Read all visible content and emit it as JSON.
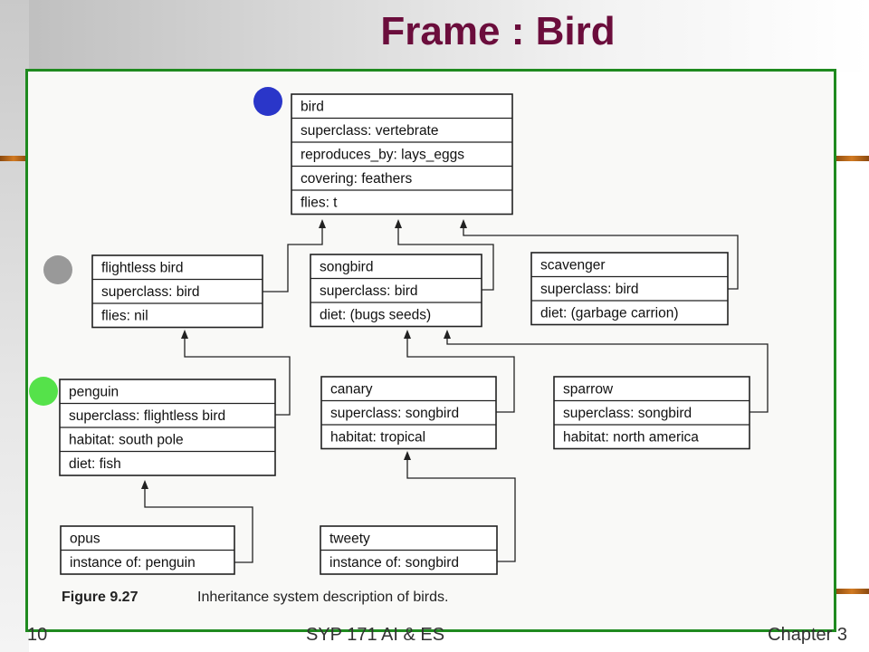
{
  "slide": {
    "title": "Frame : Bird",
    "footer_left": "10",
    "footer_mid": "SYP 171 AI & ES",
    "footer_right": "Chapter 3"
  },
  "figure": {
    "caption_label": "Figure 9.27",
    "caption_text": "Inheritance system description of birds."
  },
  "frames": [
    {
      "id": "bird",
      "rows": [
        "bird",
        "superclass: vertebrate",
        "reproduces_by: lays_eggs",
        "covering: feathers",
        "flies: t"
      ]
    },
    {
      "id": "flightless-bird",
      "rows": [
        "flightless bird",
        "superclass: bird",
        "flies: nil"
      ]
    },
    {
      "id": "songbird",
      "rows": [
        "songbird",
        "superclass: bird",
        "diet: (bugs seeds)"
      ]
    },
    {
      "id": "scavenger",
      "rows": [
        "scavenger",
        "superclass: bird",
        "diet: (garbage carrion)"
      ]
    },
    {
      "id": "penguin",
      "rows": [
        "penguin",
        "superclass: flightless bird",
        "habitat: south pole",
        "diet: fish"
      ]
    },
    {
      "id": "canary",
      "rows": [
        "canary",
        "superclass: songbird",
        "habitat: tropical"
      ]
    },
    {
      "id": "sparrow",
      "rows": [
        "sparrow",
        "superclass: songbird",
        "habitat: north america"
      ]
    },
    {
      "id": "opus",
      "rows": [
        "opus",
        "instance of: penguin"
      ]
    },
    {
      "id": "tweety",
      "rows": [
        "tweety",
        "instance of: songbird"
      ]
    }
  ],
  "colors": {
    "title": "#6b0d3c",
    "frame_border": "#1f8a1f",
    "marker_blue": "#2a36c9",
    "marker_gray": "#999999",
    "marker_green": "#55e24a"
  }
}
